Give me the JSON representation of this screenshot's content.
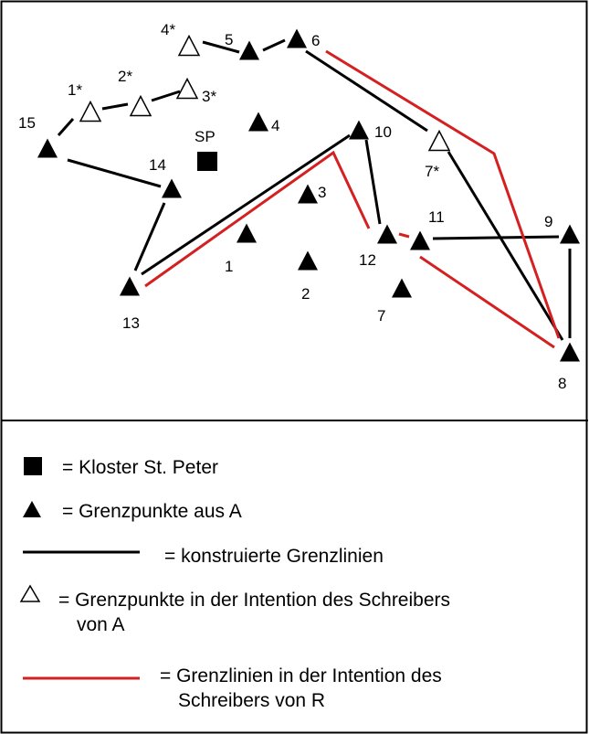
{
  "diagram": {
    "points": [
      {
        "id": "p1",
        "label": "1",
        "kind": "filled"
      },
      {
        "id": "p2",
        "label": "2",
        "kind": "filled"
      },
      {
        "id": "p3",
        "label": "3",
        "kind": "filled"
      },
      {
        "id": "p4",
        "label": "4",
        "kind": "filled"
      },
      {
        "id": "p5",
        "label": "5",
        "kind": "filled"
      },
      {
        "id": "p6",
        "label": "6",
        "kind": "filled"
      },
      {
        "id": "p7",
        "label": "7",
        "kind": "filled"
      },
      {
        "id": "p8",
        "label": "8",
        "kind": "filled"
      },
      {
        "id": "p9",
        "label": "9",
        "kind": "filled"
      },
      {
        "id": "p10",
        "label": "10",
        "kind": "filled"
      },
      {
        "id": "p11",
        "label": "11",
        "kind": "filled"
      },
      {
        "id": "p12",
        "label": "12",
        "kind": "filled"
      },
      {
        "id": "p13",
        "label": "13",
        "kind": "filled"
      },
      {
        "id": "p14",
        "label": "14",
        "kind": "filled"
      },
      {
        "id": "p15",
        "label": "15",
        "kind": "filled"
      },
      {
        "id": "p1s",
        "label": "1*",
        "kind": "open"
      },
      {
        "id": "p2s",
        "label": "2*",
        "kind": "open"
      },
      {
        "id": "p3s",
        "label": "3*",
        "kind": "open"
      },
      {
        "id": "p4s",
        "label": "4*",
        "kind": "open"
      },
      {
        "id": "p7s",
        "label": "7*",
        "kind": "open"
      }
    ],
    "monastery_label": "SP",
    "colors": {
      "constructed_line": "#000000",
      "intended_line": "#d42020",
      "marker": "#000000"
    }
  },
  "legend": {
    "monastery": "= Kloster St. Peter",
    "points_a": "= Grenzpunkte aus A",
    "constructed_lines": "= konstruierte Grenzlinien",
    "intended_points_line1": "= Grenzpunkte in der Intention des Schreibers",
    "intended_points_line2": "von A",
    "intended_lines_line1": "= Grenzlinien in der Intention des",
    "intended_lines_line2": "Schreibers von R"
  }
}
